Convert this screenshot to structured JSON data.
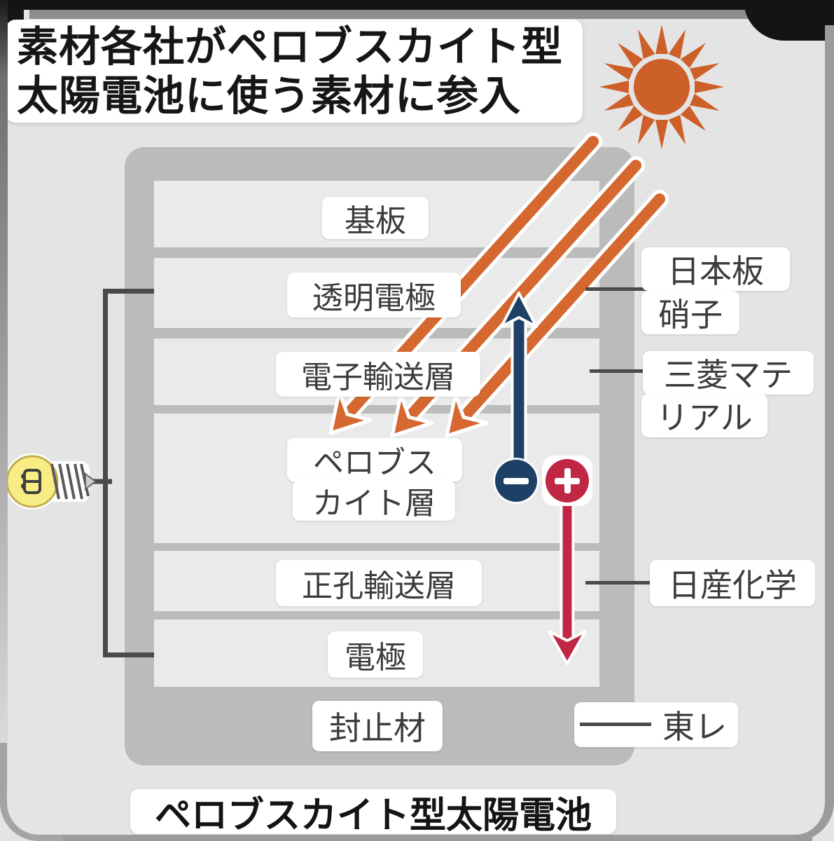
{
  "title": {
    "line1": "素材各社がペロブスカイト型",
    "line2": "太陽電池に使う素材に参入"
  },
  "diagram": {
    "caption": "ペロブスカイト型太陽電池",
    "layers": {
      "substrate": "基板",
      "transparent_electrode": "透明電極",
      "electron_transport": "電子輸送層",
      "perovskite_line1": "ペロブス",
      "perovskite_line2": "カイト層",
      "hole_transport": "正孔輸送層",
      "electrode": "電極",
      "sealant": "封止材"
    },
    "companies": {
      "nippon_sheet_glass_line1": "日本板",
      "nippon_sheet_glass_line2": "硝子",
      "mitsubishi_materials_line1": "三菱マテ",
      "mitsubishi_materials_line2": "リアル",
      "nissan_chemical": "日産化学",
      "toray": "東レ"
    },
    "symbols": {
      "minus": "−",
      "plus": "＋"
    },
    "icons": {
      "sun": "sun-icon",
      "light_bulb": "light-bulb-icon",
      "sunlight_beams": "three orange arrows into perovskite layer",
      "electron_arrow": "blue arrow up from minus to transparent electrode",
      "hole_arrow": "red arrow down from plus to electrode"
    },
    "colors": {
      "sun_orange": "#cd6029",
      "beam_orange": "#d4682e",
      "electron_navy": "#1f4066",
      "hole_crimson": "#c02745",
      "bulb_yellow": "#f8ec85",
      "panel_frame_gray": "#bbbbbb",
      "layer_light": "#eaeaea",
      "background": "#e4e4e4",
      "wire_gray": "#4a4a4a"
    }
  }
}
